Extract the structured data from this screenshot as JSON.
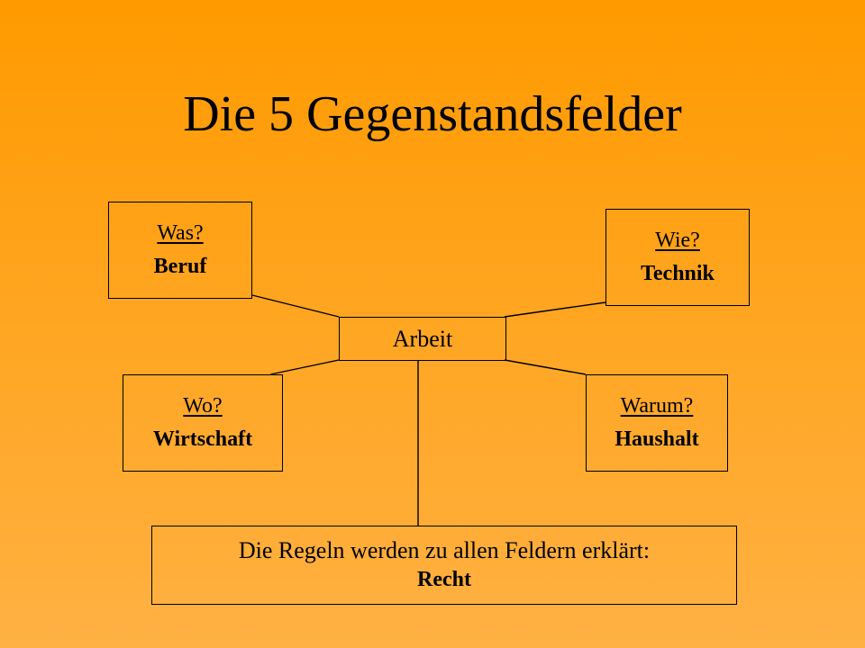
{
  "slide": {
    "title": "Die 5 Gegenstandsfelder",
    "center": "Arbeit",
    "fields": {
      "beruf": {
        "question": "Was?",
        "field": "Beruf"
      },
      "technik": {
        "question": "Wie?",
        "field": "Technik"
      },
      "wirtschaft": {
        "question": "Wo?",
        "field": "Wirtschaft"
      },
      "haushalt": {
        "question": "Warum?",
        "field": "Haushalt"
      }
    },
    "rule": {
      "text": "Die Regeln werden zu allen Feldern erklärt:",
      "field": "Recht"
    }
  }
}
